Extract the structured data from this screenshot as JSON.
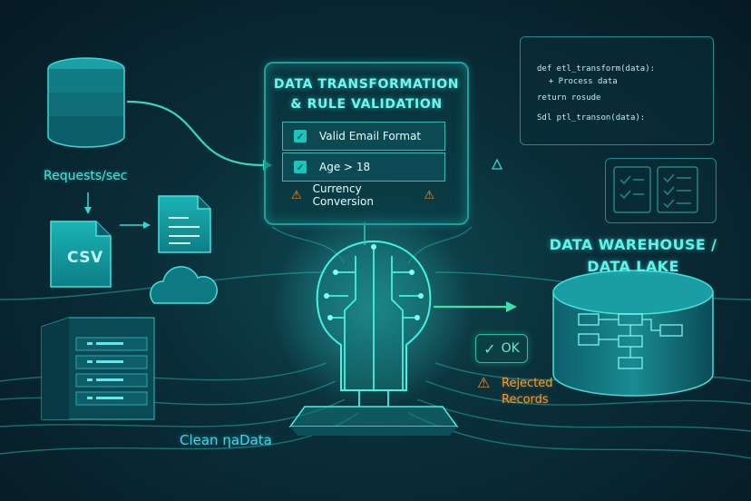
{
  "rule_panel": {
    "title_line1": "DATA TRANSFORMATION",
    "title_line2": "& RULE VALIDATION",
    "rules": [
      {
        "label": "Valid Email Format",
        "status": "pass"
      },
      {
        "label": "Age > 18",
        "status": "pass"
      },
      {
        "label": "Currency Conversion",
        "status": "warning"
      }
    ]
  },
  "code_panel": {
    "lines": [
      "def etl_transform(data):",
      "  + Process data",
      "return rosude",
      "Sdl ptl_transon(data):"
    ]
  },
  "sources": {
    "requests_label": "Requests/sec",
    "csv_label": "CSV"
  },
  "warehouse": {
    "label_line1": "DATA WAREHOUSE /",
    "label_line2": "DATA LAKE"
  },
  "ok_badge": {
    "label": "OK"
  },
  "rejected": {
    "line1": "Rejected",
    "line2": "Records"
  },
  "clean_data": {
    "label": "Clean ηaData"
  },
  "icons": {
    "check": "check-icon",
    "warning": "warning-icon",
    "database": "database-icon",
    "document": "document-icon",
    "cloud": "cloud-icon",
    "server": "server-icon",
    "chip-brain": "ai-brain-icon",
    "cylinder": "warehouse-icon"
  },
  "colors": {
    "accent": "#3ff0e6",
    "warning": "#ff8a1a",
    "background": "#0a2f3a"
  }
}
